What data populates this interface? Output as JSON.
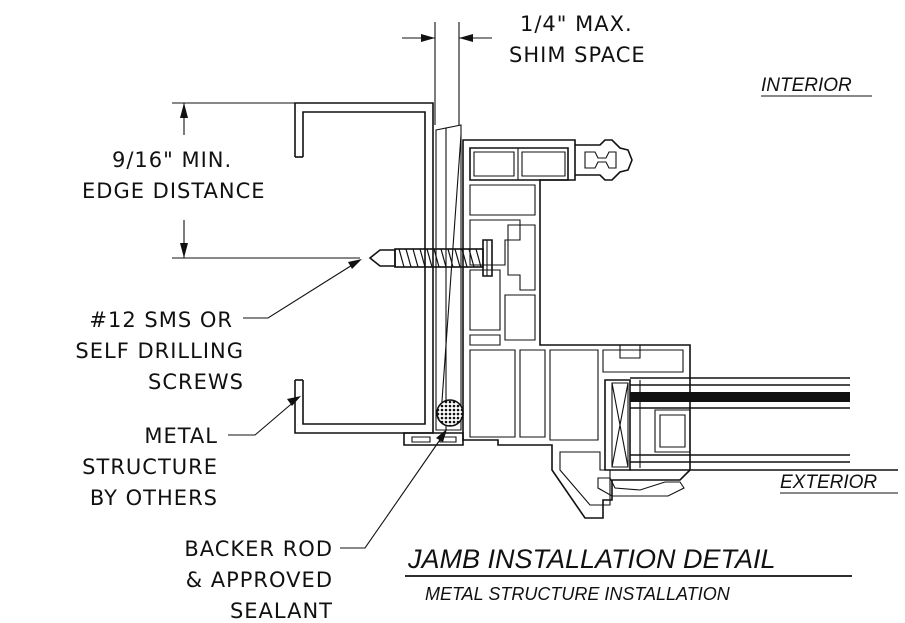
{
  "labels": {
    "shim_line1": "1/4\" MAX.",
    "shim_line2": "SHIM SPACE",
    "interior": "INTERIOR",
    "edge_line1": "9/16\" MIN.",
    "edge_line2": "EDGE DISTANCE",
    "screw_line1": "#12 SMS OR",
    "screw_line2": "SELF DRILLING",
    "screw_line3": "SCREWS",
    "metal_line1": "METAL",
    "metal_line2": "STRUCTURE",
    "metal_line3": "BY OTHERS",
    "exterior": "EXTERIOR",
    "backer_line1": "BACKER ROD",
    "backer_line2": "& APPROVED",
    "backer_line3": "SEALANT",
    "title": "JAMB INSTALLATION DETAIL",
    "subtitle": "METAL STRUCTURE INSTALLATION"
  }
}
